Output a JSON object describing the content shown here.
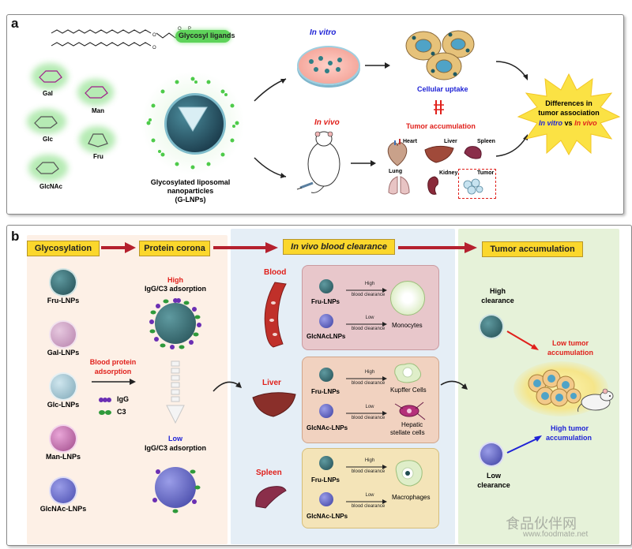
{
  "panel_a": {
    "letter": "a",
    "glycosyl_ligand_label": "Glycosyl ligands",
    "sugars": [
      "Gal",
      "Man",
      "Glc",
      "Fru",
      "GlcNAc"
    ],
    "nanoparticle_caption": [
      "Glycosylated liposomal",
      "nanoparticles",
      "(G-LNPs)"
    ],
    "in_vitro": "In vitro",
    "in_vivo": "In vivo",
    "cellular_uptake": "Cellular uptake",
    "tumor_accumulation": "Tumor accumulation",
    "organs": [
      "Heart",
      "Liver",
      "Spleen",
      "Lung",
      "Kidney",
      "Tumor"
    ],
    "burst": {
      "line1": "Differences in",
      "line2": "tumor association",
      "in_vitro": "In vitro",
      "vs": "vs",
      "in_vivo": "In vivo"
    }
  },
  "panel_b": {
    "letter": "b",
    "headers": [
      "Glycosylation",
      "Protein corona",
      "In vivo blood clearance",
      "Tumor accumulation"
    ],
    "lnps": [
      "Fru-LNPs",
      "Gal-LNPs",
      "Glc-LNPs",
      "Man-LNPs",
      "GlcNAc-LNPs"
    ],
    "blood_protein": [
      "Blood protein",
      "adsorption"
    ],
    "legend": [
      "IgG",
      "C3"
    ],
    "corona_high": {
      "level": "High",
      "text": "IgG/C3 adsorption"
    },
    "corona_low": {
      "level": "Low",
      "text": "IgG/C3 adsorption"
    },
    "organs": [
      "Blood",
      "Liver",
      "Spleen"
    ],
    "high_blood_clearance": [
      "High",
      "blood clearance"
    ],
    "low_blood_clearance": [
      "Low",
      "blood clearance"
    ],
    "blood_box": {
      "top_lnp": "Fru-LNPs",
      "bottom_lnp": "GlcNAcLNPs",
      "cell": "Monocytes"
    },
    "liver_box": {
      "top_lnp": "Fru-LNPs",
      "bottom_lnp": "GlcNAc-LNPs",
      "cell1": "Kupffer Cells",
      "cell2": [
        "Hepatic",
        "stellate cells"
      ]
    },
    "spleen_box": {
      "top_lnp": "Fru-LNPs",
      "bottom_lnp": "GlcNAc-LNPs",
      "cell": "Macrophages"
    },
    "high_clearance": [
      "High",
      "clearance"
    ],
    "low_clearance": [
      "Low",
      "clearance"
    ],
    "low_tumor": [
      "Low tumor",
      "accumulation"
    ],
    "high_tumor": [
      "High tumor",
      "accumulation"
    ]
  },
  "watermark": {
    "cn": "食品伙伴网",
    "url": "www.foodmate.net"
  },
  "colors": {
    "highlight_yellow": "#fbd72c",
    "glow_green": "#5ed35a",
    "blue_text": "#1f23d6",
    "red_text": "#e0201b",
    "arrow_red": "#b5202e"
  }
}
